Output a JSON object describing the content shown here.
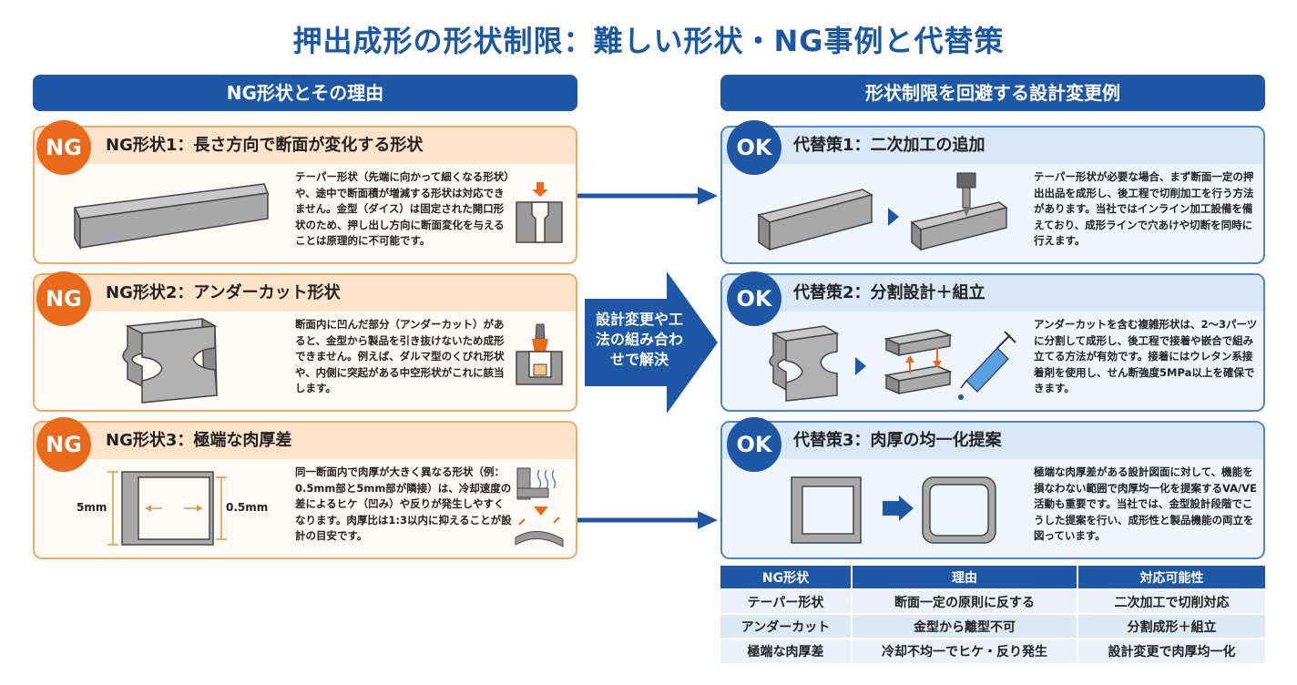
{
  "title": "押出成形の形状制限：難しい形状・NG事例と代替策",
  "left_header": "NG形状とその理由",
  "right_header": "形状制限を回避する設計変更例",
  "center_arrow_text": "設計変更や工法の組み合わせで解決",
  "ng_badge": "NG",
  "ok_badge": "OK",
  "ng_cards": [
    {
      "title": "NG形状1：長さ方向で断面が変化する形状",
      "desc": "テーパー形状（先端に向かって細くなる形状）や、途中で断面積が増減する形状は対応できません。金型（ダイス）は固定された開口形状のため、押し出し方向に断面変化を与えることは原理的に不可能です。"
    },
    {
      "title": "NG形状2：アンダーカット形状",
      "desc": "断面内に凹んだ部分（アンダーカット）があると、金型から製品を引き抜けないため成形できません。例えば、ダルマ型のくびれ形状や、内側に突起がある中空形状がこれに該当します。"
    },
    {
      "title": "NG形状3：極端な肉厚差",
      "desc": "同一断面内で肉厚が大きく異なる形状（例：0.5mm部と5mm部が隣接）は、冷却速度の差によるヒケ（凹み）や反りが発生しやすくなります。肉厚比は1:3以内に抑えることが設計の目安です。",
      "dim_left": "5mm",
      "dim_right": "0.5mm"
    }
  ],
  "ok_cards": [
    {
      "title": "代替策1：二次加工の追加",
      "desc": "テーパー形状が必要な場合、まず断面一定の押出出品を成形し、後工程で切削加工を行う方法があります。当社ではインライン加工設備を備えており、成形ラインで穴あけや切断を同時に行えます。"
    },
    {
      "title": "代替策2：分割設計＋組立",
      "desc": "アンダーカットを含む複雑形状は、2〜3パーツに分割して成形し、後工程で接着や嵌合で組み立てる方法が有効です。接着にはウレタン系接着剤を使用し、せん断強度5MPa以上を確保できます。"
    },
    {
      "title": "代替策3：肉厚の均一化提案",
      "desc": "極端な肉厚差がある設計図面に対して、機能を損なわない範囲で肉厚均一化を提案するVA/VE活動も重要です。当社では、金型設計段階でこうした提案を行い、成形性と製品機能の両立を図っています。"
    }
  ],
  "summary_table": {
    "headers": [
      "NG形状",
      "理由",
      "対応可能性"
    ],
    "rows": [
      [
        "テーパー形状",
        "断面一定の原則に反する",
        "二次加工で切削対応"
      ],
      [
        "アンダーカット",
        "金型から離型不可",
        "分割成形＋組立"
      ],
      [
        "極端な肉厚差",
        "冷却不均一でヒケ・反り発生",
        "設計変更で肉厚均一化"
      ]
    ]
  },
  "colors": {
    "brand_blue": "#1d57a5",
    "ng_orange": "#ea6a1c",
    "ng_border": "#eea868",
    "ok_border": "#4d86c6"
  }
}
